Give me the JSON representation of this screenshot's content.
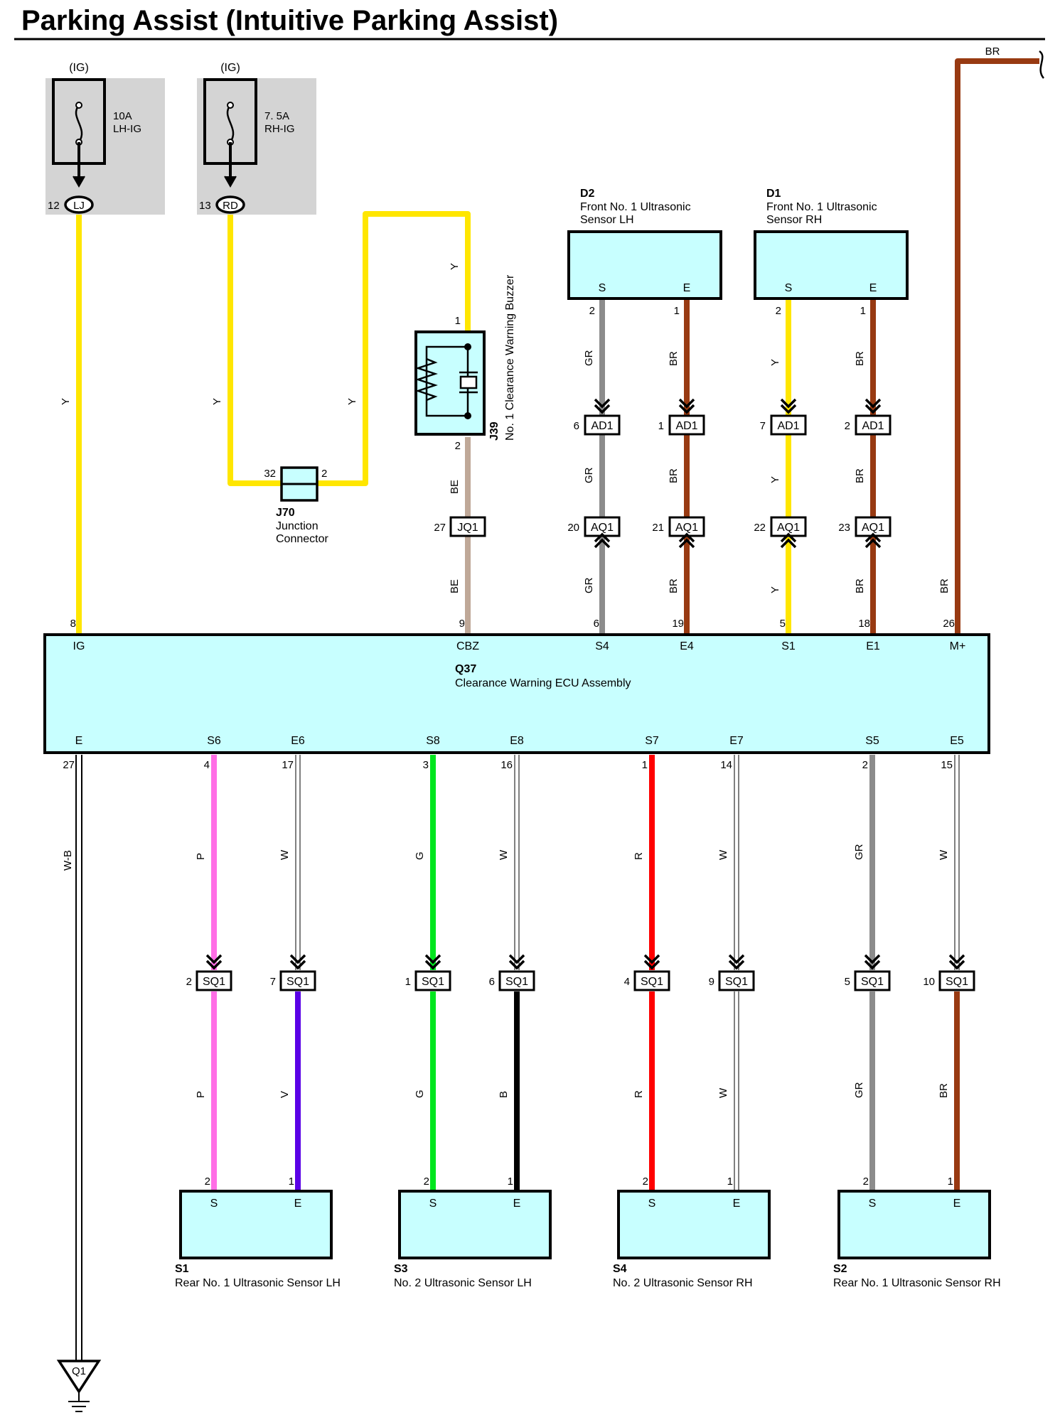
{
  "title": "Parking Assist (Intuitive Parking Assist)",
  "colors": {
    "Y": "#ffe600",
    "BR": "#983a12",
    "GR": "#8c8c8c",
    "BE": "#bfa898",
    "P": "#ff6ee6",
    "V": "#5a00e6",
    "G": "#00e61e",
    "B": "#000000",
    "R": "#ff0000",
    "W": "#ffffff",
    "box": "#c8ffff",
    "shade": "#d4d4d4"
  },
  "fuses": [
    {
      "id": "fuse-lh-ig",
      "ig": "(IG)",
      "rating": "10A",
      "name": "LH-IG",
      "pin": "12",
      "conn": "LJ"
    },
    {
      "id": "fuse-rh-ig",
      "ig": "(IG)",
      "rating": "7. 5A",
      "name": "RH-IG",
      "pin": "13",
      "conn": "RD"
    }
  ],
  "junction": {
    "code": "J70",
    "name1": "Junction",
    "name2": "Connector",
    "pin_left": "32",
    "pin_right": "2"
  },
  "buzzer": {
    "code": "J39",
    "name": "No. 1 Clearance Warning Buzzer",
    "pin_top": "1",
    "pin_bottom": "2"
  },
  "front_sensors": [
    {
      "code": "D2",
      "name1": "Front No.  1 Ultrasonic",
      "name2": "Sensor LH"
    },
    {
      "code": "D1",
      "name1": "Front No.  1 Ultrasonic",
      "name2": "Sensor RH"
    }
  ],
  "ecu": {
    "code": "Q37",
    "name": "Clearance Warning ECU Assembly",
    "top_terminals": [
      {
        "name": "IG",
        "pin": "8"
      },
      {
        "name": "CBZ",
        "pin": "9"
      },
      {
        "name": "S4",
        "pin": "6"
      },
      {
        "name": "E4",
        "pin": "19"
      },
      {
        "name": "S1",
        "pin": "5"
      },
      {
        "name": "E1",
        "pin": "18"
      },
      {
        "name": "M+",
        "pin": "26"
      }
    ],
    "bottom_terminals": [
      {
        "name": "E",
        "pin": "27"
      },
      {
        "name": "S6",
        "pin": "4"
      },
      {
        "name": "E6",
        "pin": "17"
      },
      {
        "name": "S8",
        "pin": "3"
      },
      {
        "name": "E8",
        "pin": "16"
      },
      {
        "name": "S7",
        "pin": "1"
      },
      {
        "name": "E7",
        "pin": "14"
      },
      {
        "name": "S5",
        "pin": "2"
      },
      {
        "name": "E5",
        "pin": "15"
      }
    ]
  },
  "top_columns": [
    {
      "sensor_pin": "2",
      "sensor_term": "S",
      "w1": "GR",
      "c1pin": "6",
      "c1": "AD1",
      "w2": "GR",
      "c2pin": "20",
      "c2": "AQ1",
      "w3": "GR"
    },
    {
      "sensor_pin": "1",
      "sensor_term": "E",
      "w1": "BR",
      "c1pin": "1",
      "c1": "AD1",
      "w2": "BR",
      "c2pin": "21",
      "c2": "AQ1",
      "w3": "BR"
    },
    {
      "sensor_pin": "2",
      "sensor_term": "S",
      "w1": "Y",
      "c1pin": "7",
      "c1": "AD1",
      "w2": "Y",
      "c2pin": "22",
      "c2": "AQ1",
      "w3": "Y"
    },
    {
      "sensor_pin": "1",
      "sensor_term": "E",
      "w1": "BR",
      "c1pin": "2",
      "c1": "AD1",
      "w2": "BR",
      "c2pin": "23",
      "c2": "AQ1",
      "w3": "BR"
    }
  ],
  "buzzer_wire": {
    "top": "Y",
    "mid": "BE",
    "conn": "JQ1",
    "conn_pin": "27",
    "bottom": "BE"
  },
  "fuse_wires": {
    "lh": "Y",
    "rh1": "Y",
    "rh2": "Y"
  },
  "br_wire": {
    "top": "BR",
    "side": "BR"
  },
  "ground_wire": "W-B",
  "ground": "Q1",
  "rear_columns": [
    {
      "w1": "P",
      "pin": "2",
      "conn": "SQ1",
      "w2": "P",
      "spin": "2",
      "term": "S"
    },
    {
      "w1": "W",
      "pin": "7",
      "conn": "SQ1",
      "w2": "V",
      "spin": "1",
      "term": "E"
    },
    {
      "w1": "G",
      "pin": "1",
      "conn": "SQ1",
      "w2": "G",
      "spin": "2",
      "term": "S"
    },
    {
      "w1": "W",
      "pin": "6",
      "conn": "SQ1",
      "w2": "B",
      "spin": "1",
      "term": "E"
    },
    {
      "w1": "R",
      "pin": "4",
      "conn": "SQ1",
      "w2": "R",
      "spin": "2",
      "term": "S"
    },
    {
      "w1": "W",
      "pin": "9",
      "conn": "SQ1",
      "w2": "W",
      "spin": "1",
      "term": "E"
    },
    {
      "w1": "GR",
      "pin": "5",
      "conn": "SQ1",
      "w2": "GR",
      "spin": "2",
      "term": "S"
    },
    {
      "w1": "W",
      "pin": "10",
      "conn": "SQ1",
      "w2": "BR",
      "spin": "1",
      "term": "E"
    }
  ],
  "rear_sensors": [
    {
      "code": "S1",
      "name": "Rear No.  1 Ultrasonic Sensor LH"
    },
    {
      "code": "S3",
      "name": "No.  2 Ultrasonic Sensor LH"
    },
    {
      "code": "S4",
      "name": "No.  2 Ultrasonic Sensor RH"
    },
    {
      "code": "S2",
      "name": "Rear No.  1 Ultrasonic Sensor RH"
    }
  ]
}
